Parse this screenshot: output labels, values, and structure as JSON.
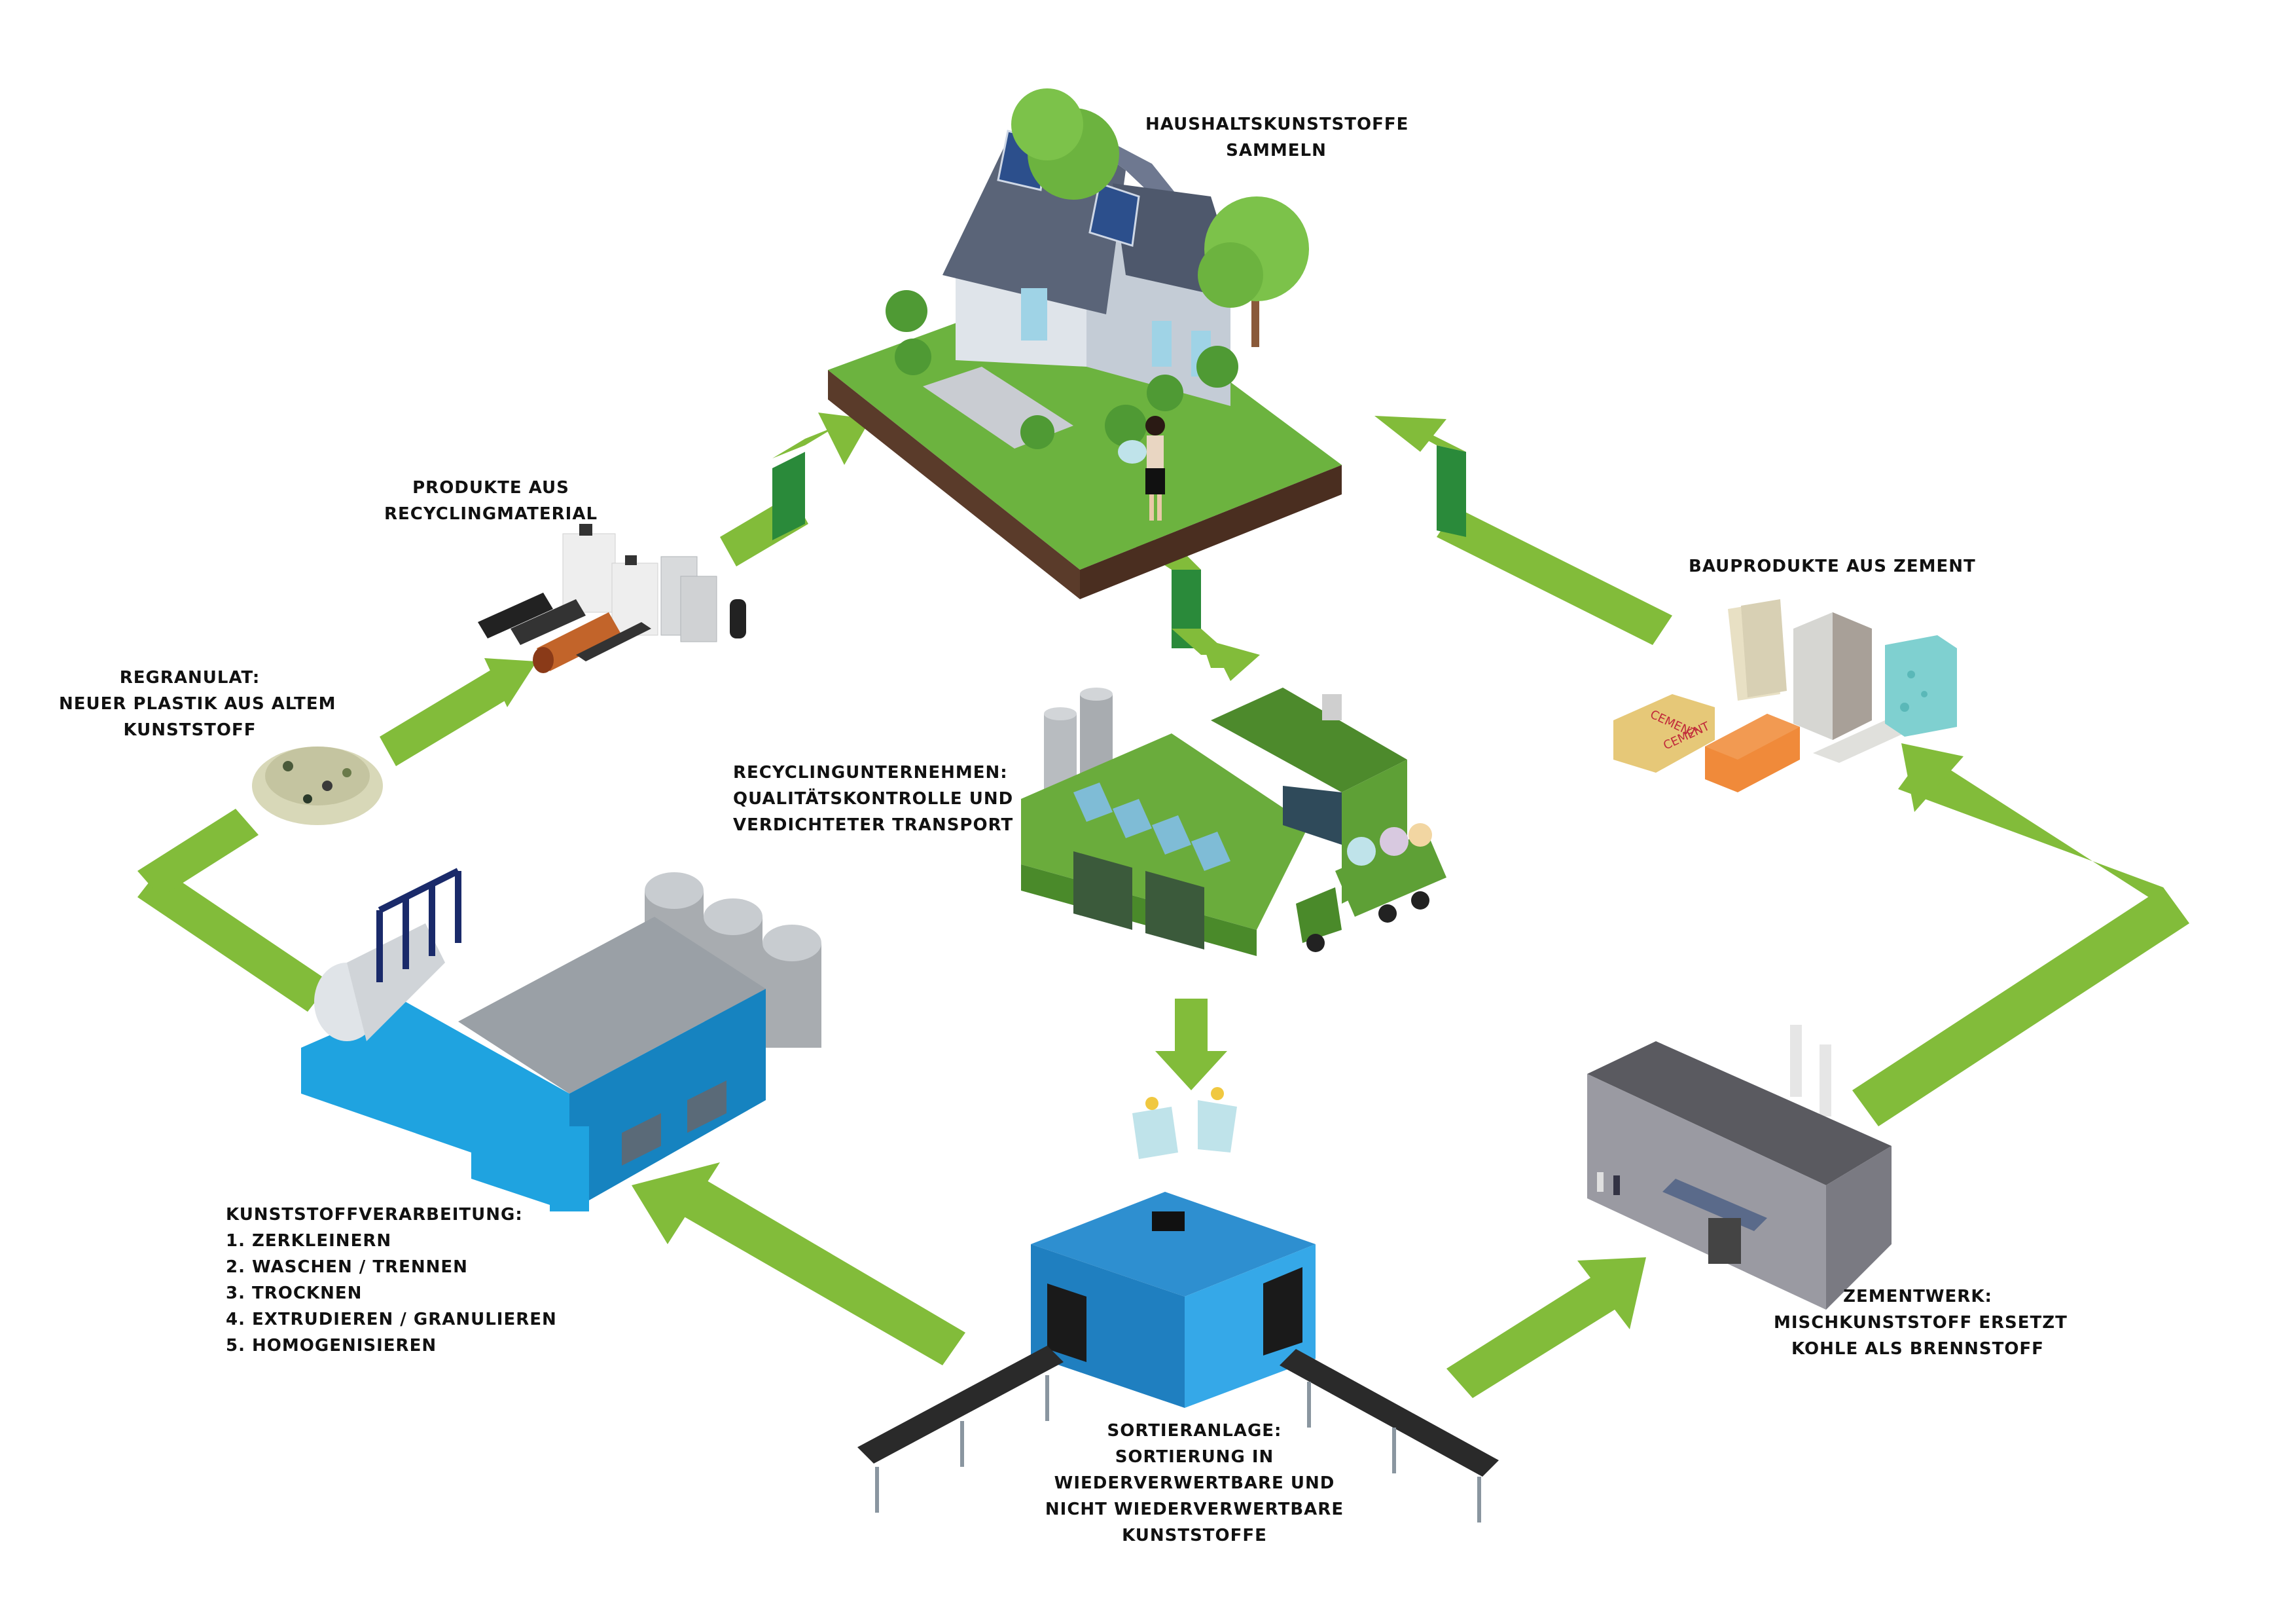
{
  "diagram": {
    "title": "Kunststoff-Recyclingkreislauf",
    "colors": {
      "arrow_light": "#82bc3a",
      "arrow_dark": "#2a8a3a",
      "text": "#111111",
      "house_roof": "#5a6478",
      "grass": "#6cb33f",
      "recycling_building": "#6aac3c",
      "processing_building": "#1fa3e0",
      "sorting_building": "#1f8fd0",
      "cement_plant": "#8a8a92",
      "brick": "#f08a3a",
      "cement_bag": "#e8c878",
      "glass_block": "#7fd0d0"
    },
    "stations": {
      "household": {
        "lines": [
          "HAUSHALTSKUNSTSTOFFE",
          "SAMMELN"
        ]
      },
      "recycling_company": {
        "lines": [
          "RECYCLINGUNTERNEHMEN:",
          "QUALITÄTSKONTROLLE UND",
          "VERDICHTETER TRANSPORT"
        ]
      },
      "sorting_plant": {
        "lines": [
          "SORTIERANLAGE:",
          "SORTIERUNG IN",
          "WIEDERVERWERTBARE UND",
          "NICHT WIEDERVERWERTBARE",
          "KUNSTSTOFFE"
        ]
      },
      "processing": {
        "heading": "KUNSTSTOFFVERARBEITUNG:",
        "steps": [
          "1.  ZERKLEINERN",
          "2. WASCHEN / TRENNEN",
          "3. TROCKNEN",
          "4. EXTRUDIEREN / GRANULIEREN",
          "5. HOMOGENISIEREN"
        ]
      },
      "regranulate": {
        "lines": [
          "REGRANULAT:",
          "NEUER PLASTIK AUS ALTEM",
          "KUNSTSTOFF"
        ]
      },
      "recycled_products": {
        "lines": [
          "PRODUKTE AUS",
          "RECYCLINGMATERIAL"
        ]
      },
      "cement_plant": {
        "lines": [
          "ZEMENTWERK:",
          "MISCHKUNSTSTOFF ERSETZT",
          "KOHLE ALS BRENNSTOFF"
        ]
      },
      "building_products": {
        "lines": [
          "BAUPRODUKTE AUS ZEMENT"
        ],
        "bag_text": "CEMENT"
      }
    },
    "flows": [
      {
        "from": "household",
        "to": "recycling_company"
      },
      {
        "from": "recycling_company",
        "to": "sorting_plant"
      },
      {
        "from": "sorting_plant",
        "to": "processing"
      },
      {
        "from": "sorting_plant",
        "to": "cement_plant"
      },
      {
        "from": "processing",
        "to": "regranulate"
      },
      {
        "from": "regranulate",
        "to": "recycled_products"
      },
      {
        "from": "recycled_products",
        "to": "household"
      },
      {
        "from": "cement_plant",
        "to": "building_products"
      },
      {
        "from": "building_products",
        "to": "household"
      }
    ]
  }
}
